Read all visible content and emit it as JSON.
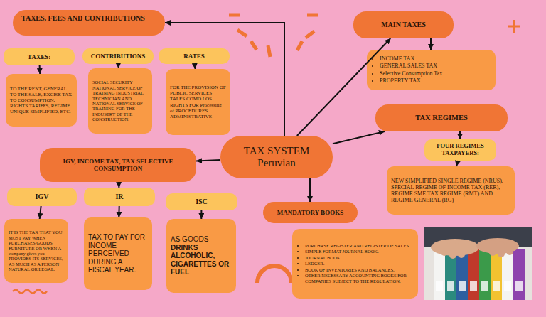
{
  "diagram": {
    "nodes": [
      {
        "text": [
          "TAXES, FEES AND CONTRIBUTIONS"
        ]
      },
      {
        "text": [
          "TAXES:"
        ]
      },
      {
        "text": [
          "TO THE RENT, GENERAL TO THE SALE, EXCISE TAX TO CONSUMPTION, RIGHTS TARIFFS, REGIME UNIQUE SIMPLIFIED, ETC."
        ]
      },
      {
        "text": [
          "CONTRIBUTIONS"
        ]
      },
      {
        "text": [
          "SOCIAL SECURITY NATIONAL SERVICE OF TRAINING INDUSTRIAL TECHNICIAN AND NATIONAL SERVICE OF TRAINING FOR THE INDUSTRY OF THE CONSTRUCTION."
        ]
      },
      {
        "text": [
          "RATES"
        ]
      },
      {
        "text": [
          "FOR THE PROVISION OF PUBLIC SERVICES TALES COMO LOS RIGHTS FOR Processing of PROCEDURES ADMINISTRATIVE"
        ]
      },
      {
        "text": [
          "MAIN TAXES"
        ]
      },
      {
        "text": [
          "INCOME TAX",
          "GENERAL SALES TAX",
          "Selective Consumption Tax",
          "PROPERTY TAX"
        ]
      },
      {
        "text": [
          "TAX SYSTEM Peruvian"
        ]
      },
      {
        "text": [
          "TAX REGIMES"
        ]
      },
      {
        "text": [
          "FOUR REGIMES TAXPAYERS:"
        ]
      },
      {
        "text": [
          "NEW SIMPLIFIED SINGLE REGIME (NRUS), SPECIAL REGIME OF INCOME TAX (RER), REGIME SME TAX REGIME (RMT) AND REGIME GENERAL (RG)"
        ]
      },
      {
        "text": [
          "IGV, INCOME TAX, TAX SELECTIVE CONSUMPTION"
        ]
      },
      {
        "text": [
          "IGV"
        ]
      },
      {
        "text": [
          "IT IS THE TAX THAT YOU MUST PAY WHEN PURCHASES GOODS FURNITURE OR WHEN A company gives you PROVIDES ITS SERVICES, AS MUCH AS A PERSON NATURAL OR LEGAL."
        ]
      },
      {
        "text": [
          "IR"
        ]
      },
      {
        "text": [
          "TAX TO PAY FOR INCOME PERCEIVED DURING A FISCAL YEAR."
        ]
      },
      {
        "text": [
          "ISC"
        ]
      },
      {
        "text": [
          "AS GOODS",
          "DRINKS ALCOHOLIC, CIGARETTES OR FUEL"
        ]
      },
      {
        "text": [
          "MANDATORY BOOKS"
        ]
      },
      {
        "text": [
          "PURCHASE REGISTER AND REGISTER OF SALES",
          "SIMPLE FORMAT JOURNAL BOOK.",
          "JOURNAL BOOK.",
          "LEDGER.",
          "BOOK OF INVENTORIES AND BALANCES.",
          "OTHER NECESSARY ACCOUNTING BOOKS FOR COMPANIES SUBJECT TO THE REGULATION."
        ]
      }
    ],
    "edges": [
      {
        "from": 9,
        "to": 0,
        "arrow": "to"
      },
      {
        "from": 9,
        "to": 7,
        "arrow": "to"
      },
      {
        "from": 9,
        "to": 10,
        "arrow": "to"
      },
      {
        "from": 9,
        "to": 13,
        "arrow": "to"
      },
      {
        "from": 9,
        "to": 20,
        "arrow": "to"
      },
      {
        "from": 1,
        "to": 2,
        "arrow": "to"
      },
      {
        "from": 3,
        "to": 4,
        "arrow": "to"
      },
      {
        "from": 5,
        "to": 6,
        "arrow": "to"
      },
      {
        "from": 7,
        "to": 8,
        "arrow": "to"
      },
      {
        "from": 10,
        "to": 11,
        "arrow": "to"
      },
      {
        "from": 11,
        "to": 12,
        "arrow": "to"
      },
      {
        "from": 13,
        "to": 16,
        "arrow": "to"
      },
      {
        "from": 14,
        "to": 15,
        "arrow": "to"
      },
      {
        "from": 16,
        "to": 17,
        "arrow": "to"
      },
      {
        "from": 18,
        "to": 19,
        "arrow": "to"
      }
    ]
  }
}
